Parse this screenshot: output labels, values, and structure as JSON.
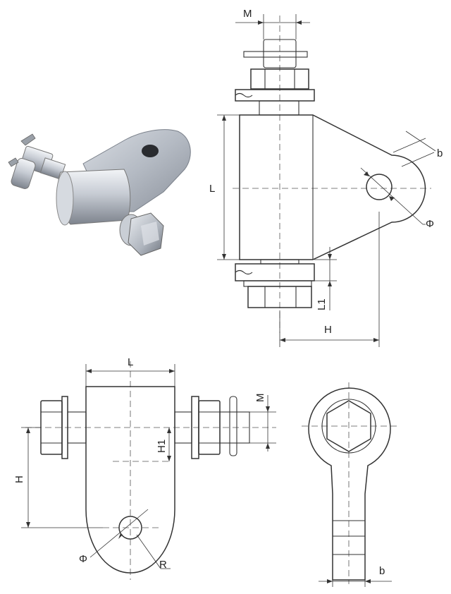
{
  "labels": {
    "m_top": "M",
    "b_top": "b",
    "l_top": "L",
    "phi_top": "Φ",
    "l1_top": "L1",
    "h_top": "H",
    "l_front": "L",
    "m_front": "M",
    "h1_front": "H1",
    "h_front": "H",
    "phi_front": "Φ",
    "r_front": "R",
    "b_side": "b"
  },
  "colors": {
    "line": "#333333",
    "metal_light": "#e6e9ee",
    "metal_mid": "#b9bec7",
    "metal_dark": "#7d838d"
  },
  "photo": {
    "icon": "clevis-fitting-photo"
  }
}
